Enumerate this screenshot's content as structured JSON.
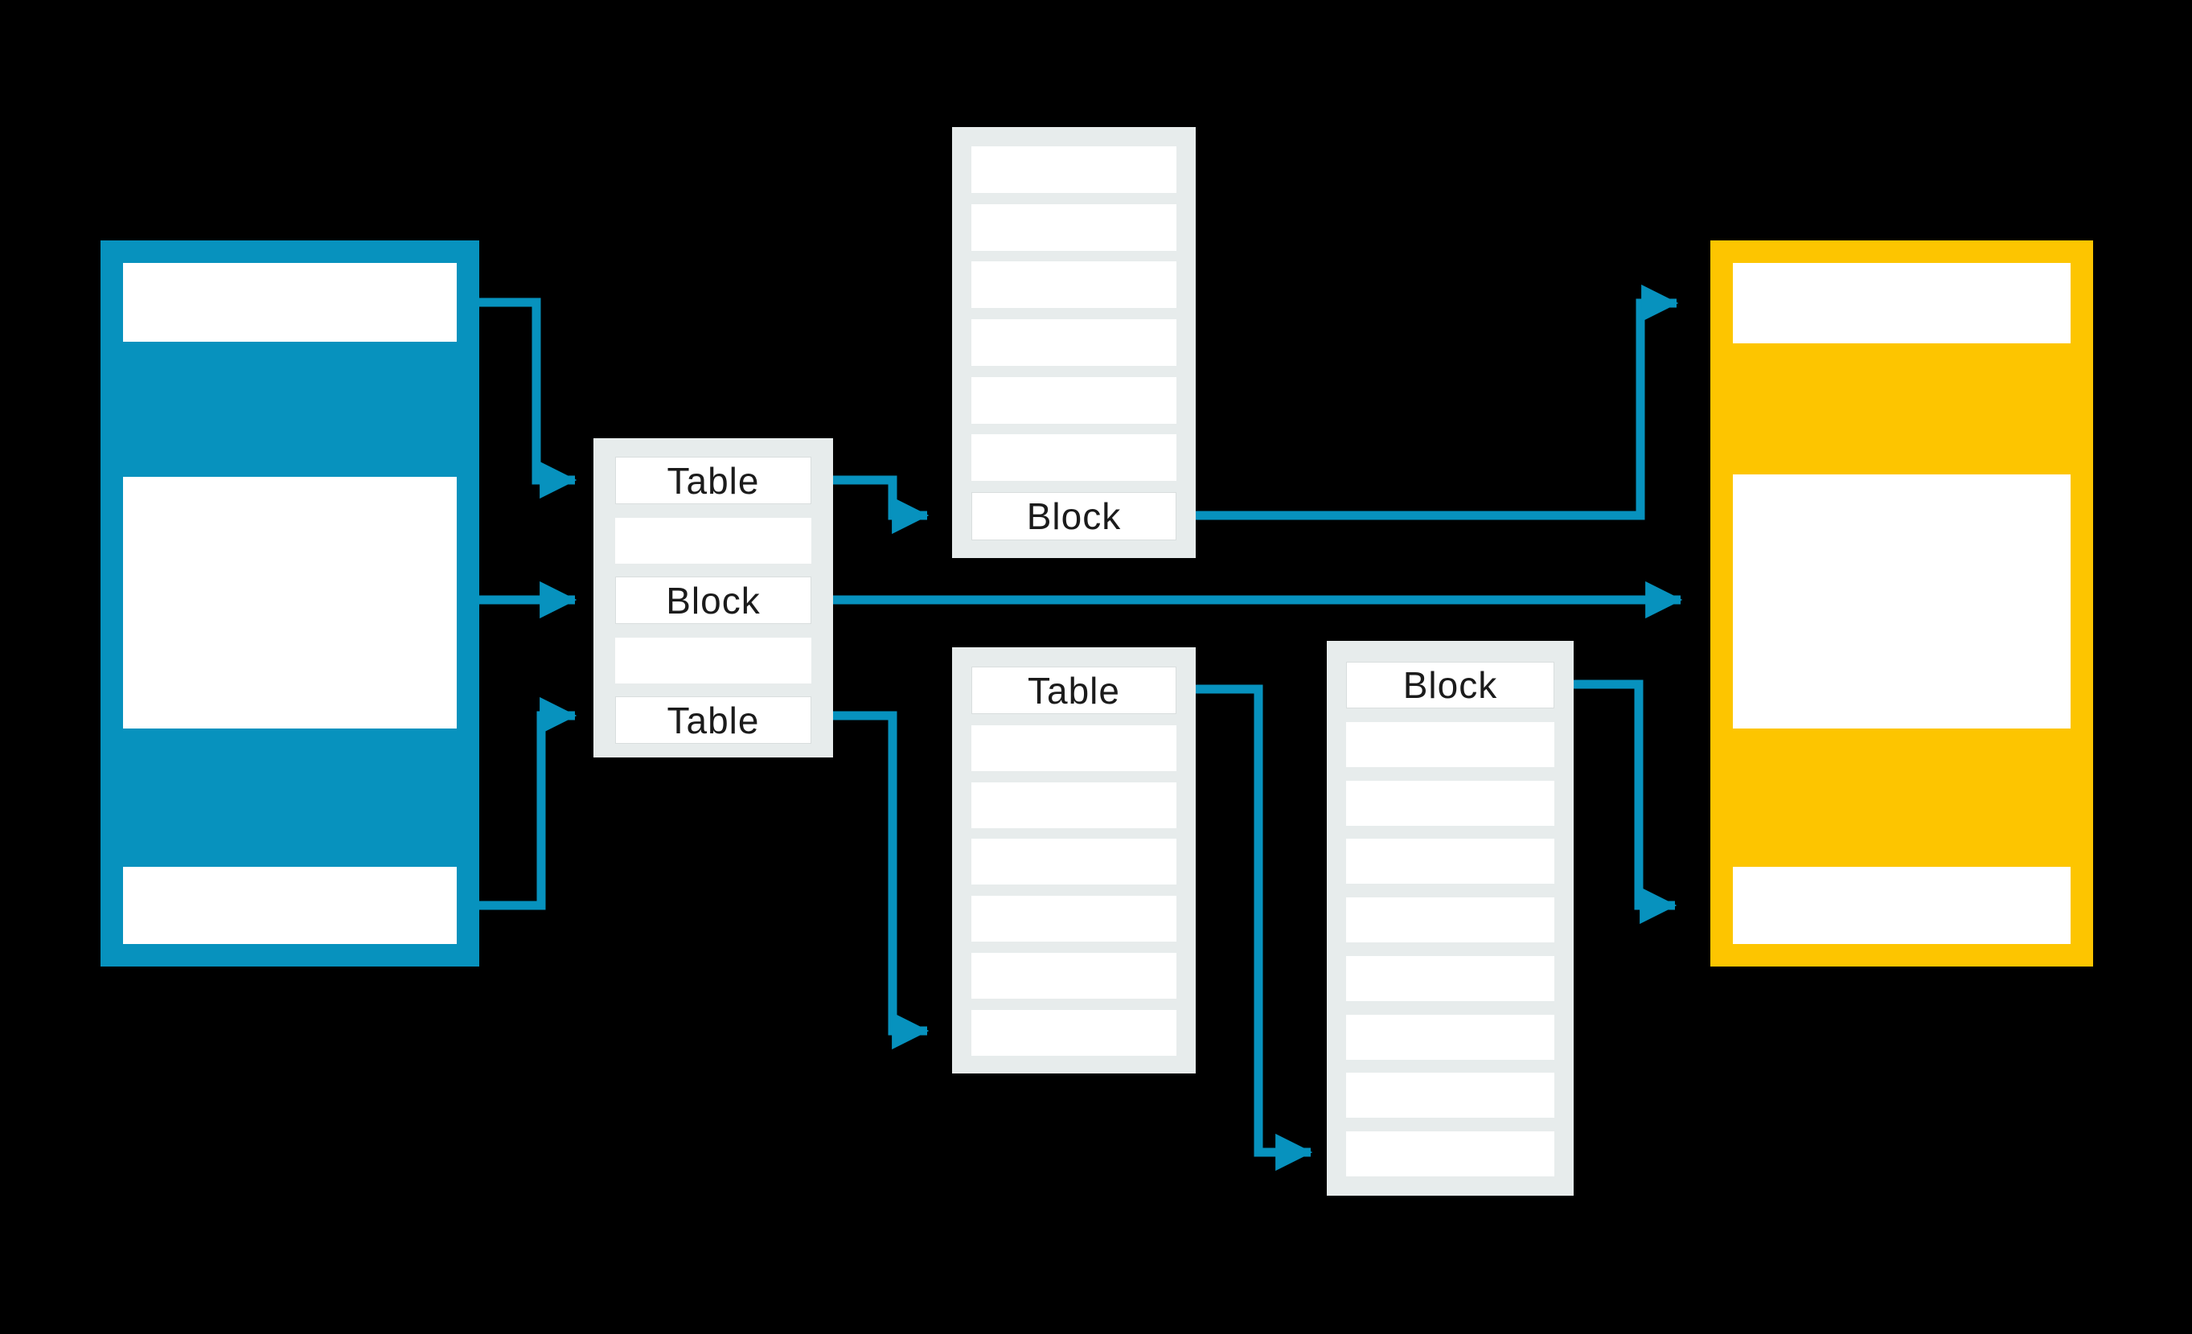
{
  "diagram": {
    "background": "#000000",
    "arrow_color": "#0792BE",
    "panels": {
      "source_document": {
        "color": "#0792BE",
        "row_count": 3
      },
      "element_list": {
        "color": "#E7ECEC",
        "rows": [
          "Table",
          "",
          "Block",
          "",
          "Table"
        ]
      },
      "block_list_top": {
        "color": "#E7ECEC",
        "rows": [
          "",
          "",
          "",
          "",
          "",
          "",
          "Block"
        ]
      },
      "table_list_bottom": {
        "color": "#E7ECEC",
        "rows": [
          "Table",
          "",
          "",
          "",
          "",
          "",
          ""
        ]
      },
      "block_list_right": {
        "color": "#E7ECEC",
        "rows": [
          "Block",
          "",
          "",
          "",
          "",
          "",
          "",
          "",
          ""
        ]
      },
      "target_document": {
        "color": "#FDC500",
        "row_count": 3
      }
    }
  }
}
